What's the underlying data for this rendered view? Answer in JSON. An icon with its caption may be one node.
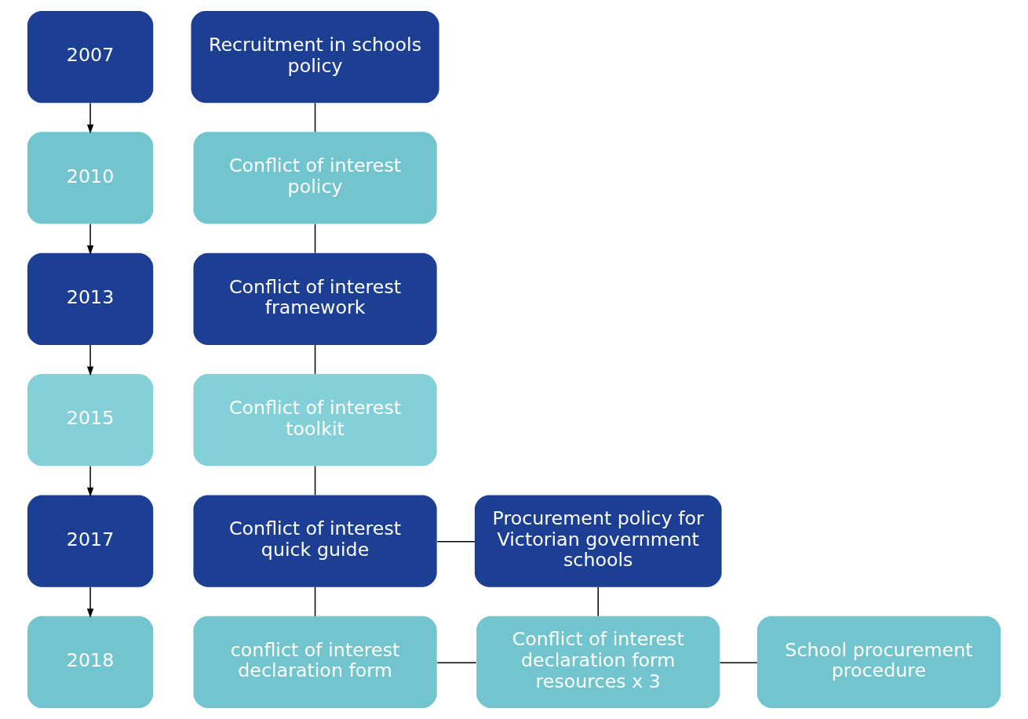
{
  "diagram": {
    "nodes": [
      {
        "text": [
          "2007"
        ]
      },
      {
        "text": [
          "Recruitment in schools policy"
        ]
      },
      {
        "text": [
          "2010"
        ]
      },
      {
        "text": [
          "Conflict of interest policy"
        ]
      },
      {
        "text": [
          "2013"
        ]
      },
      {
        "text": [
          "Conflict of interest framework"
        ]
      },
      {
        "text": [
          "2015"
        ]
      },
      {
        "text": [
          "Conflict of interest toolkit"
        ]
      },
      {
        "text": [
          "2017"
        ]
      },
      {
        "text": [
          "Conflict of interest quick guide"
        ]
      },
      {
        "text": [
          "Procurement policy for Victorian government schools"
        ]
      },
      {
        "text": [
          "2018"
        ]
      },
      {
        "text": [
          "conflict of interest declaration form"
        ]
      },
      {
        "text": [
          "Conflict of interest declaration form resources x 3"
        ]
      },
      {
        "text": [
          "School procurement procedure"
        ]
      }
    ],
    "edges": [
      {
        "from": 0,
        "to": 2,
        "arrow": "to"
      },
      {
        "from": 2,
        "to": 4,
        "arrow": "to"
      },
      {
        "from": 4,
        "to": 6,
        "arrow": "to"
      },
      {
        "from": 6,
        "to": 8,
        "arrow": "to"
      },
      {
        "from": 8,
        "to": 11,
        "arrow": "to"
      },
      {
        "from": 1,
        "to": 3,
        "arrow": "none"
      },
      {
        "from": 3,
        "to": 5,
        "arrow": "none"
      },
      {
        "from": 5,
        "to": 7,
        "arrow": "none"
      },
      {
        "from": 7,
        "to": 9,
        "arrow": "none"
      },
      {
        "from": 9,
        "to": 10,
        "arrow": "none"
      },
      {
        "from": 9,
        "to": 12,
        "arrow": "none"
      },
      {
        "from": 10,
        "to": 13,
        "arrow": "none"
      },
      {
        "from": 12,
        "to": 13,
        "arrow": "none"
      },
      {
        "from": 13,
        "to": 14,
        "arrow": "none"
      }
    ]
  }
}
